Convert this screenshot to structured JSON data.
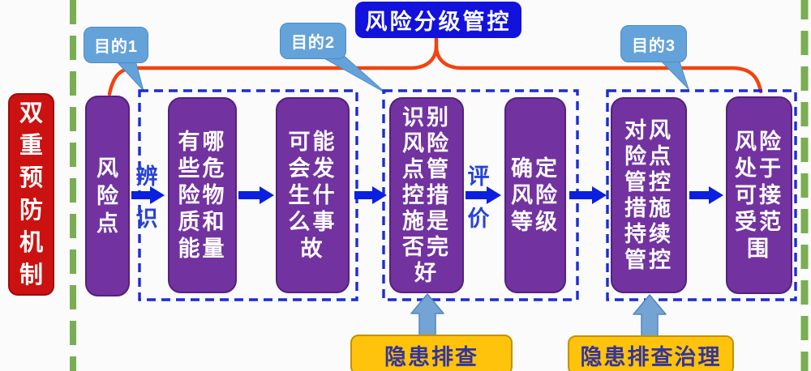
{
  "side_label": {
    "lines": [
      "双",
      "重",
      "预",
      "防",
      "机",
      "制"
    ],
    "text": "双重预防机制"
  },
  "title_box": {
    "label": "风险分级管控"
  },
  "callouts": [
    {
      "label": "目的1"
    },
    {
      "label": "目的2"
    },
    {
      "label": "目的3"
    }
  ],
  "flow": {
    "boxes": [
      {
        "name": "risk-point",
        "lines": [
          "风",
          "险",
          "点"
        ],
        "text": "风险点"
      },
      {
        "name": "hazard-substances",
        "lines": [
          "有哪",
          "些危",
          "险物",
          "质和",
          "能量"
        ],
        "text": "有哪些危险物质和能量"
      },
      {
        "name": "possible-accidents",
        "lines": [
          "可能",
          "会发",
          "生什",
          "么事",
          "故"
        ],
        "text": "可能会发生什么事故"
      },
      {
        "name": "measures-intact",
        "lines": [
          "识别",
          "风险",
          "点管",
          "控措",
          "施是",
          "否完",
          "好"
        ],
        "text": "识别风险点管控措施是否完好"
      },
      {
        "name": "risk-level",
        "lines": [
          "确定",
          "风险",
          "等级"
        ],
        "text": "确定风险等级"
      },
      {
        "name": "continuous-control",
        "lines": [
          "对风",
          "险点",
          "管控",
          "措施",
          "持续",
          "管控"
        ],
        "text": "对风险点管控措施持续管控"
      },
      {
        "name": "acceptable-range",
        "lines": [
          "风险",
          "处于",
          "可接",
          "受范",
          "围"
        ],
        "text": "风险处于可接受范围"
      }
    ],
    "edge_labels": [
      {
        "name": "identify",
        "lines": [
          "辨",
          "识"
        ],
        "text": "辨识"
      },
      {
        "name": "evaluate",
        "lines": [
          "评",
          "价"
        ],
        "text": "评价"
      }
    ]
  },
  "bottom_boxes": [
    {
      "label": "隐患排查"
    },
    {
      "label": "隐患排查治理"
    }
  ],
  "colors": {
    "purple_box": "#7232a0",
    "red_box": "#cc1111",
    "title_blue": "#1212dc",
    "callout_blue": "#64a3d9",
    "flow_arrow_blue": "#0b1fe0",
    "dashed_group_blue": "#1b2bd8",
    "boundary_green": "#79ae53",
    "brace_orange": "#f2430f",
    "hazard_yellow": "#ffc30b",
    "hazard_text_navy": "#34349b",
    "up_arrow_blue": "#74a4d4"
  }
}
